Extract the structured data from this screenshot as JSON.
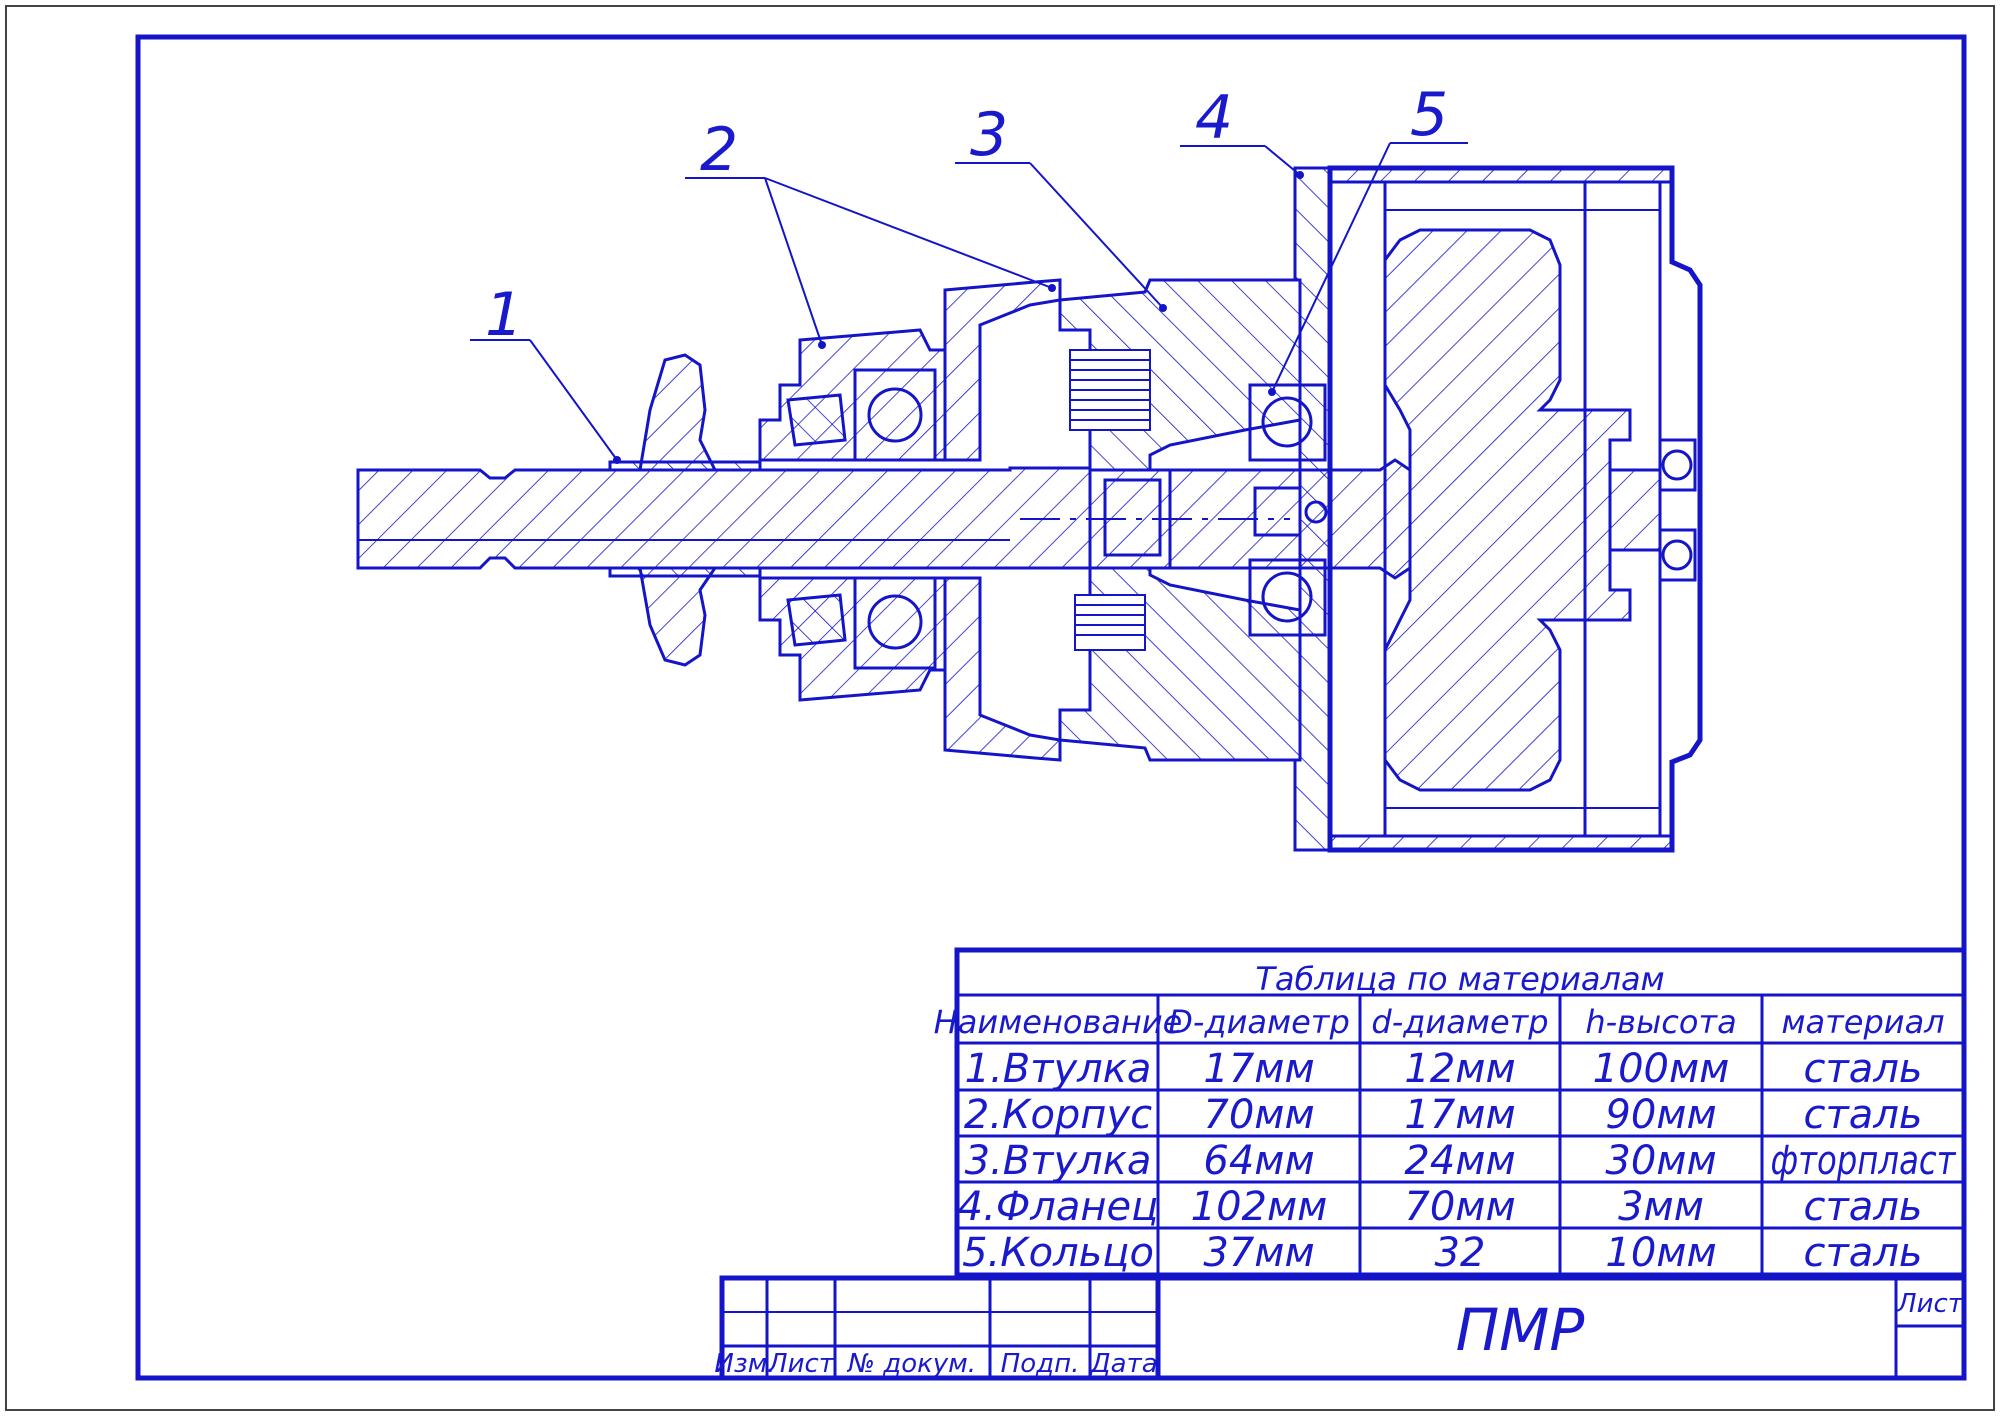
{
  "drawing": {
    "part_labels": [
      "1",
      "2",
      "3",
      "4",
      "5"
    ]
  },
  "materials_table": {
    "title": "Таблица по материалам",
    "headers": [
      "Наименование",
      "D-диаметр",
      "d-диаметр",
      "h-высота",
      "материал"
    ],
    "rows": [
      [
        "1.Втулка",
        "17мм",
        "12мм",
        "100мм",
        "сталь"
      ],
      [
        "2.Корпус",
        "70мм",
        "17мм",
        "90мм",
        "сталь"
      ],
      [
        "3.Втулка",
        "64мм",
        "24мм",
        "30мм",
        "фторпласт"
      ],
      [
        "4.Фланец",
        "102мм",
        "70мм",
        "3мм",
        "сталь"
      ],
      [
        "5.Кольцо",
        "37мм",
        "32",
        "10мм",
        "сталь"
      ]
    ]
  },
  "title_block": {
    "designation": "ПМР",
    "sheet_label": "Лист",
    "columns": [
      "Изм.",
      "Лист",
      "№ докум.",
      "Подп.",
      "Дата"
    ]
  },
  "colors": {
    "ink": "#1414c8",
    "paper": "#ffffff"
  }
}
